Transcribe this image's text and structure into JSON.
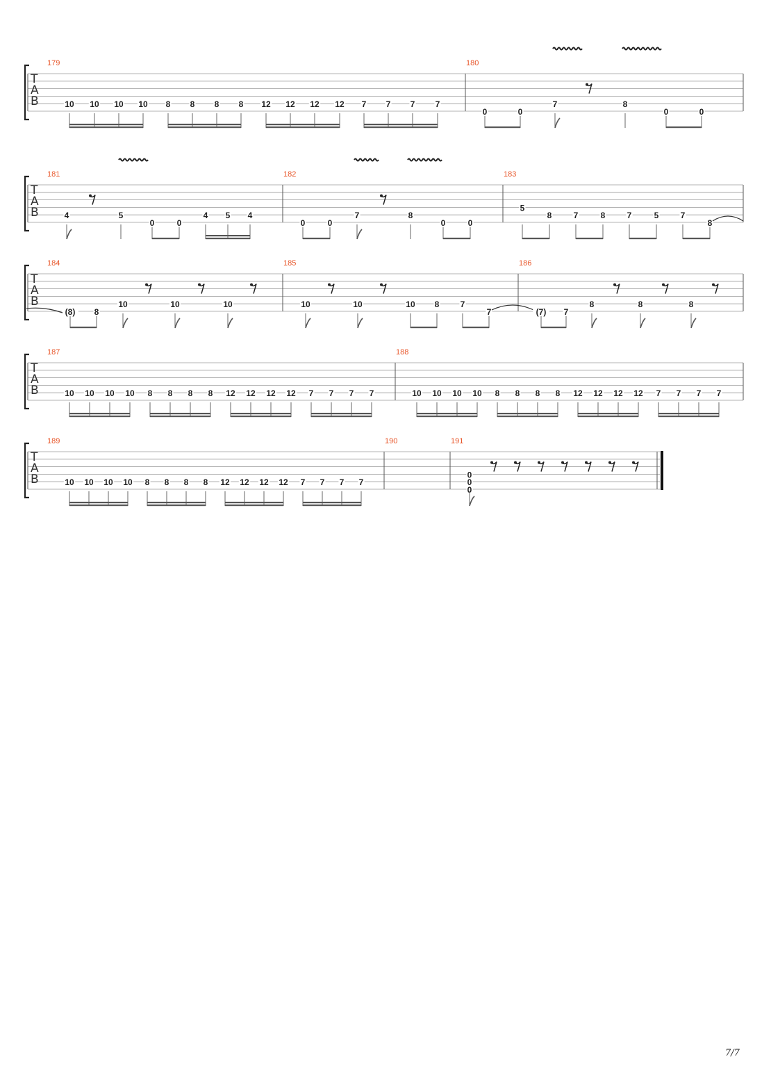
{
  "page_number": "7/7",
  "tab_label": [
    "T",
    "A",
    "B"
  ],
  "colors": {
    "measure_number": "#e8562a",
    "staff_line": "#9a9a9a",
    "note": "#222222"
  },
  "systems": [
    {
      "measures": [
        {
          "number": "179",
          "notes": [
            "10",
            "10",
            "10",
            "10",
            "8",
            "8",
            "8",
            "8",
            "12",
            "12",
            "12",
            "12",
            "7",
            "7",
            "7",
            "7"
          ]
        },
        {
          "number": "180",
          "notes": [
            "0",
            "0",
            "7",
            "8",
            "0",
            "0"
          ]
        }
      ]
    },
    {
      "measures": [
        {
          "number": "181",
          "notes": [
            "4",
            "5",
            "0",
            "0",
            "4",
            "5",
            "4"
          ]
        },
        {
          "number": "182",
          "notes": [
            "0",
            "0",
            "7",
            "8",
            "0",
            "0"
          ]
        },
        {
          "number": "183",
          "notes": [
            "5",
            "8",
            "7",
            "8",
            "7",
            "5",
            "7",
            "8"
          ]
        }
      ]
    },
    {
      "measures": [
        {
          "number": "184",
          "notes": [
            "(8)",
            "8",
            "10",
            "10",
            "10"
          ]
        },
        {
          "number": "185",
          "notes": [
            "10",
            "10",
            "10",
            "8",
            "7",
            "7"
          ]
        },
        {
          "number": "186",
          "notes": [
            "(7)",
            "7",
            "8",
            "8",
            "8"
          ]
        }
      ]
    },
    {
      "measures": [
        {
          "number": "187",
          "notes": [
            "10",
            "10",
            "10",
            "10",
            "8",
            "8",
            "8",
            "8",
            "12",
            "12",
            "12",
            "12",
            "7",
            "7",
            "7",
            "7"
          ]
        },
        {
          "number": "188",
          "notes": [
            "10",
            "10",
            "10",
            "10",
            "8",
            "8",
            "8",
            "8",
            "12",
            "12",
            "12",
            "12",
            "7",
            "7",
            "7",
            "7"
          ]
        }
      ]
    },
    {
      "measures": [
        {
          "number": "189",
          "notes": [
            "10",
            "10",
            "10",
            "10",
            "8",
            "8",
            "8",
            "8",
            "12",
            "12",
            "12",
            "12",
            "7",
            "7",
            "7",
            "7"
          ]
        },
        {
          "number": "190",
          "notes": []
        },
        {
          "number": "191",
          "notes": [
            "0",
            "0",
            "0"
          ]
        }
      ]
    }
  ]
}
